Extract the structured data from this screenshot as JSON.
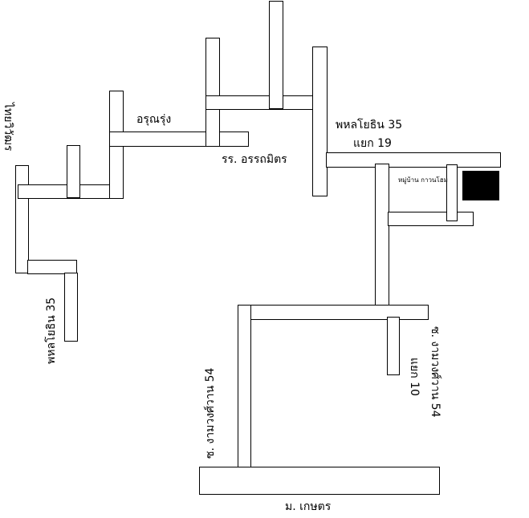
{
  "map": {
    "labels": {
      "thai_wittayu": "ไทยวิวัฒร",
      "phahonyothin_35_left": "พหลโยธิน 35",
      "arun_rung": "อรุณรุ่ง",
      "rr_arunmitr": "รร. อรรถมิตร",
      "phahonyothin_35_top": "พหลโยธิน 35",
      "yaek_19": "แยก 19",
      "village": "หมู่บ้าน กาวนโฮม",
      "ngam_wong_wan_54_left": "ซ. งามวงศ์วาน 54",
      "ngam_wong_wan_54_right": "ซ. งามวงศ์วาน 54",
      "yaek_10": "แยก 10",
      "kaset": "ม. เกษตร"
    },
    "colors": {
      "road_fill": "#ffffff",
      "road_outline": "#000000",
      "destination": "#000000"
    }
  }
}
